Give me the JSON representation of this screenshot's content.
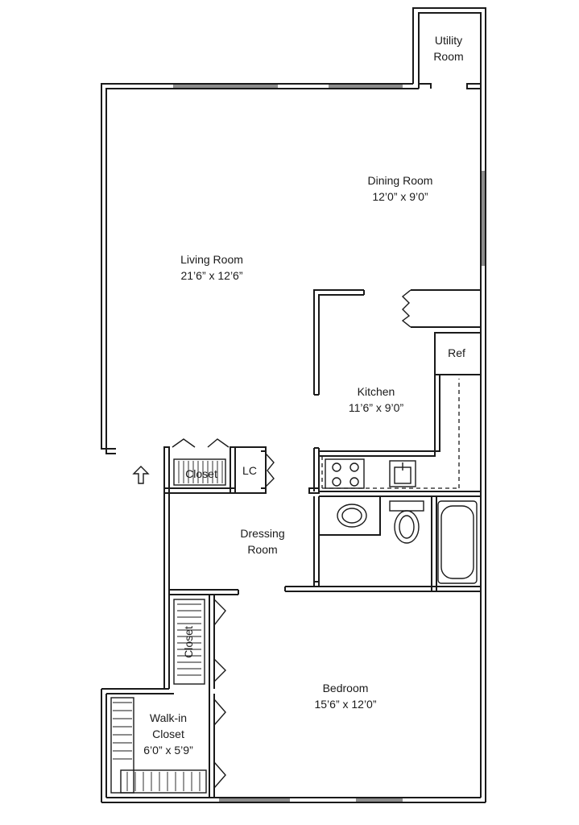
{
  "rooms": {
    "utility": {
      "name_line1": "Utility",
      "name_line2": "Room"
    },
    "dining": {
      "name": "Dining Room",
      "dims": "12’0” x 9’0”"
    },
    "living": {
      "name": "Living Room",
      "dims": "21’6” x 12’6”"
    },
    "kitchen": {
      "name": "Kitchen",
      "dims": "11’6” x 9’0”"
    },
    "ref": {
      "name": "Ref"
    },
    "closet_entry": {
      "name": "Closet"
    },
    "linen_closet": {
      "name": "LC"
    },
    "dressing": {
      "name_line1": "Dressing",
      "name_line2": "Room"
    },
    "closet_side": {
      "name": "Closet"
    },
    "bedroom": {
      "name": "Bedroom",
      "dims": "15’6” x 12’0”"
    },
    "walkin": {
      "name_line1": "Walk-in",
      "name_line2": "Closet",
      "dims": "6’0” x 5’9”"
    }
  },
  "icons": {
    "entry": "up-arrow-icon",
    "range": "stove-icon",
    "sink": "kitchen-sink-icon",
    "lavatory": "bathroom-sink-icon",
    "toilet": "toilet-icon",
    "tub": "bathtub-icon"
  }
}
